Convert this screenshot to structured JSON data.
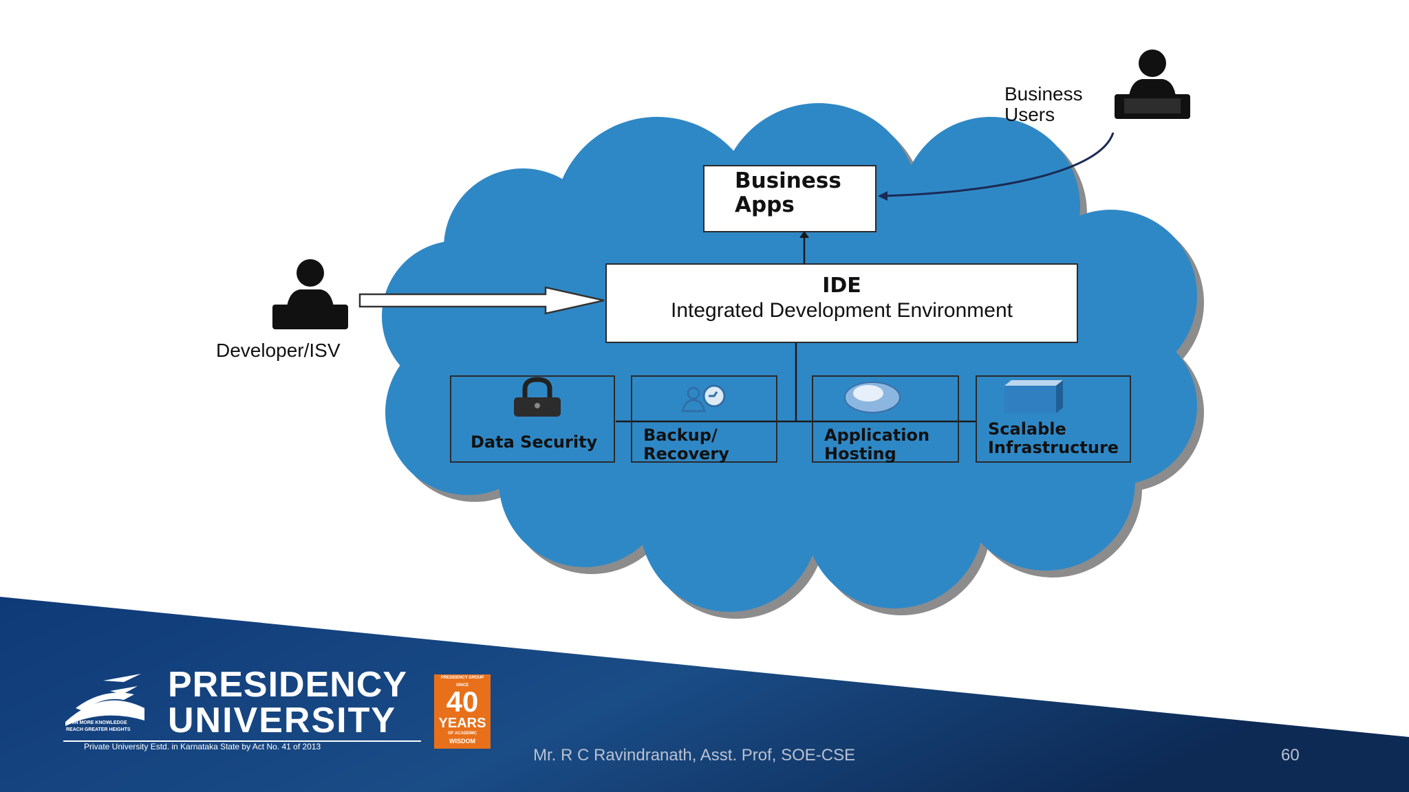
{
  "diagram": {
    "business_users_label": "Business Users",
    "developer_label": "Developer/ISV",
    "business_apps_label": "Business Apps",
    "ide_title": "IDE",
    "ide_subtitle": "Integrated Development Environment",
    "modules": [
      {
        "label": "Data Security",
        "icon": "padlock-icon"
      },
      {
        "label": "Backup/ Recovery",
        "icon": "backup-recovery-icon"
      },
      {
        "label": "Application Hosting",
        "icon": "globe-icon"
      },
      {
        "label": "Scalable Infrastructure",
        "icon": "server-box-icon"
      }
    ]
  },
  "footer": {
    "logo_line1": "PRESIDENCY",
    "logo_line2": "UNIVERSITY",
    "logo_tagline1": "GAIN MORE KNOWLEDGE",
    "logo_tagline2": "REACH GREATER HEIGHTS",
    "logo_subtitle": "Private University Estd. in Karnataka State by Act No. 41 of 2013",
    "badge_top": "PRESIDENCY GROUP",
    "badge_since": "SINCE",
    "badge_number": "40",
    "badge_years": "YEARS",
    "badge_bottom1": "OF ACADEMIC",
    "badge_bottom2": "WISDOM",
    "author": "Mr. R C Ravindranath, Asst. Prof, SOE-CSE",
    "page_number": "60"
  },
  "colors": {
    "cloud": "#2f88c6",
    "cloud_shadow": "#8c8c8c",
    "footer_dark": "#0d2e63",
    "footer_mid": "#1a4c86",
    "badge": "#e8701a"
  }
}
